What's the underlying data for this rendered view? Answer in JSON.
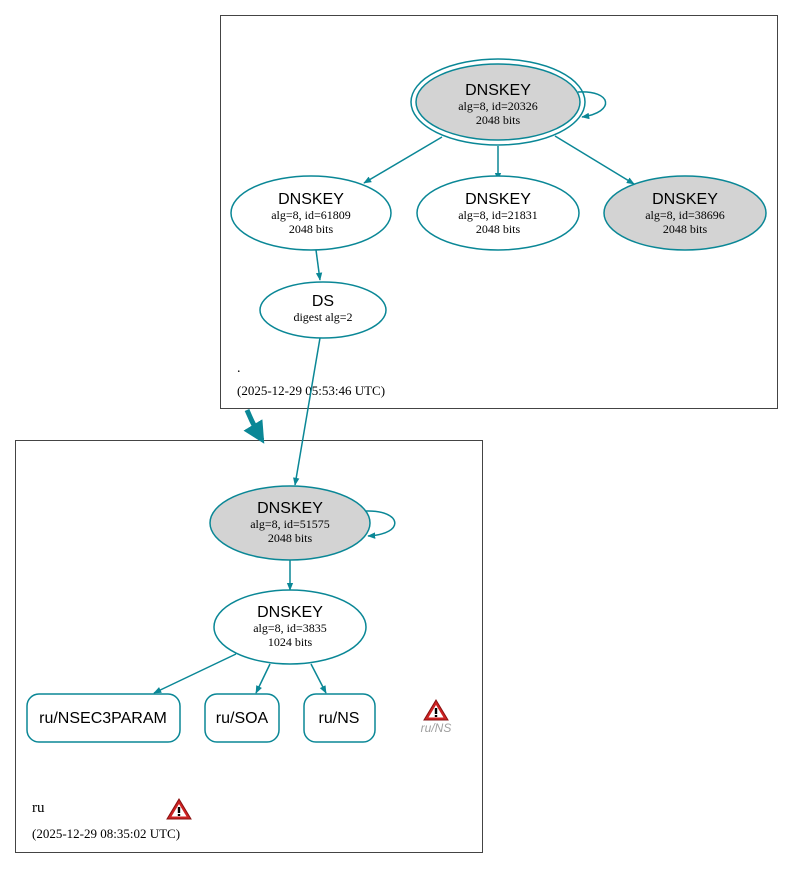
{
  "colors": {
    "edge": "#0a8796",
    "node_stroke": "#0a8796",
    "sep_fill": "#d3d3d3",
    "cluster_stroke": "#444444",
    "warning_red": "#cc2222",
    "ghost_text": "#a0a0a0"
  },
  "root_zone": {
    "name": ".",
    "timestamp": "(2025-12-29 05:53:46 UTC)",
    "ksk": {
      "title": "DNSKEY",
      "line1": "alg=8, id=20326",
      "line2": "2048 bits"
    },
    "zsk1": {
      "title": "DNSKEY",
      "line1": "alg=8, id=61809",
      "line2": "2048 bits"
    },
    "zsk2": {
      "title": "DNSKEY",
      "line1": "alg=8, id=21831",
      "line2": "2048 bits"
    },
    "zsk3": {
      "title": "DNSKEY",
      "line1": "alg=8, id=38696",
      "line2": "2048 bits"
    },
    "ds": {
      "title": "DS",
      "line1": "digest alg=2"
    }
  },
  "ru_zone": {
    "name": "ru",
    "timestamp": "(2025-12-29 08:35:02 UTC)",
    "ksk": {
      "title": "DNSKEY",
      "line1": "alg=8, id=51575",
      "line2": "2048 bits"
    },
    "zsk": {
      "title": "DNSKEY",
      "line1": "alg=8, id=3835",
      "line2": "1024 bits"
    },
    "records": {
      "nsec3param": "ru/NSEC3PARAM",
      "soa": "ru/SOA",
      "ns": "ru/NS"
    },
    "warning_label": "ru/NS"
  },
  "icons": {
    "warning": "warning-triangle-icon"
  }
}
